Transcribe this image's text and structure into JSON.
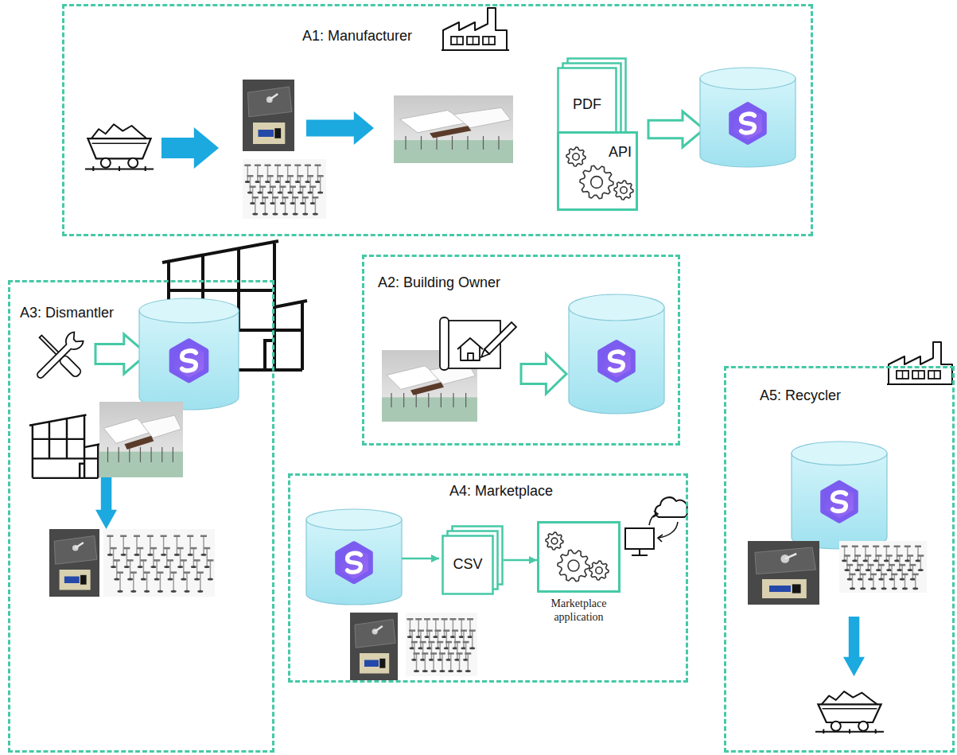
{
  "diagram": {
    "nodes": [
      {
        "text": [
          "A1: Manufacturer"
        ]
      },
      {
        "text": [
          "PDF"
        ],
        "in": 0
      },
      {
        "text": [
          "API"
        ],
        "in": 0
      },
      {
        "text": [
          "A2: Building Owner"
        ]
      },
      {
        "text": [
          "A3: Dismantler"
        ]
      },
      {
        "text": [
          "A4: Marketplace"
        ]
      },
      {
        "text": [
          "CSV"
        ],
        "in": 5
      },
      {
        "text": [
          "Marketplace application"
        ],
        "in": 5
      },
      {
        "text": [
          "A5: Recycler"
        ]
      }
    ],
    "edges": [
      {
        "from": 6,
        "to": 7,
        "arrow": "to"
      }
    ]
  }
}
